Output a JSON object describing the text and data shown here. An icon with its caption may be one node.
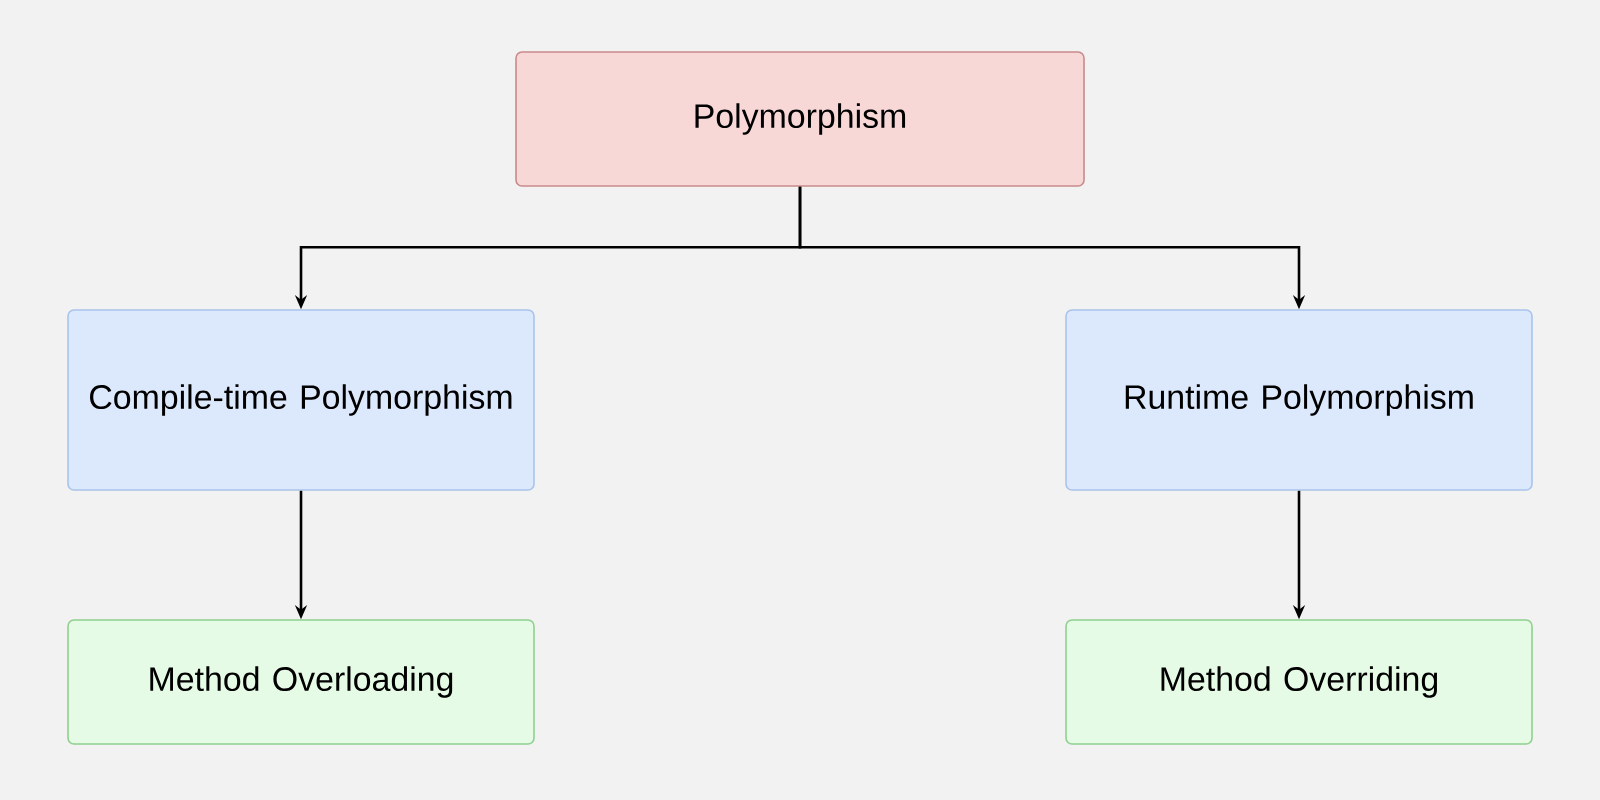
{
  "diagram": {
    "nodes": [
      {
        "text": [
          "Polymorphism"
        ]
      },
      {
        "text": [
          "Compile-time Polymorphism"
        ]
      },
      {
        "text": [
          "Runtime Polymorphism"
        ]
      },
      {
        "text": [
          "Method Overloading"
        ]
      },
      {
        "text": [
          "Method Overriding"
        ]
      }
    ],
    "edges": [
      {
        "from": 0,
        "to": 1,
        "arrow": "to"
      },
      {
        "from": 0,
        "to": 2,
        "arrow": "to"
      },
      {
        "from": 1,
        "to": 3,
        "arrow": "to"
      },
      {
        "from": 2,
        "to": 4,
        "arrow": "to"
      }
    ]
  }
}
